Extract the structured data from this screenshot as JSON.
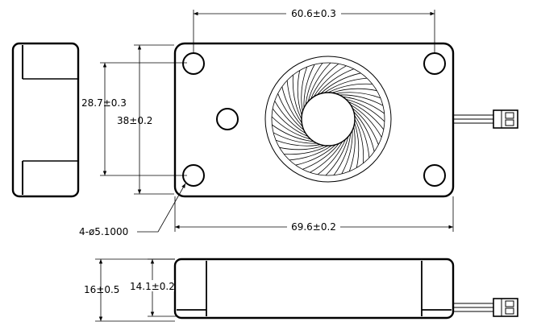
{
  "dimensions": {
    "top_width": "60.6±0.3",
    "hole_spacing_vertical": "28.7±0.3",
    "body_height": "38±0.2",
    "holes": "4-ø5.1000",
    "body_width": "69.6±0.2",
    "side_total_height": "16±0.5",
    "side_inner_height": "14.1±0.2"
  },
  "colors": {
    "line": "#000000",
    "background": "#ffffff"
  }
}
